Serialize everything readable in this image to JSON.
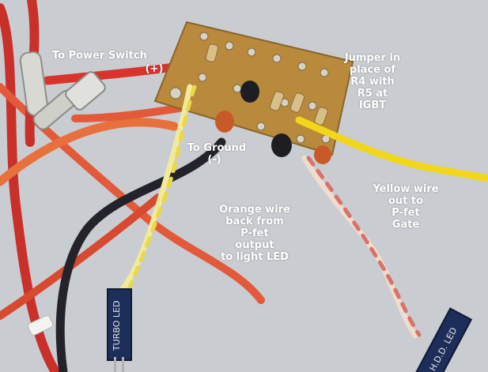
{
  "labels": {
    "power_switch": "To Power Switch",
    "power_sign": "(+)",
    "jumper": "Jumper in\nplace of\nR4 with\nR5 at\nIGBT",
    "ground": "To Ground",
    "ground_sign": "(-)",
    "yellow_wire": "Yellow wire\nout to\nP-fet\nGate",
    "orange_wire": "Orange wire\nback from\nP-fet\noutput\nto light LED"
  },
  "connector_labels": {
    "turbo": "TURBO LED",
    "hdd": "H.D.D. LED"
  },
  "colors": {
    "background": "#c9cdd1",
    "board": "#b98a3c",
    "red_wire": "#d8342c",
    "orange_wire": "#e8703c",
    "yellow_wire": "#f2d61a",
    "black_wire": "#24232c",
    "connector": "#1e2e5a"
  }
}
